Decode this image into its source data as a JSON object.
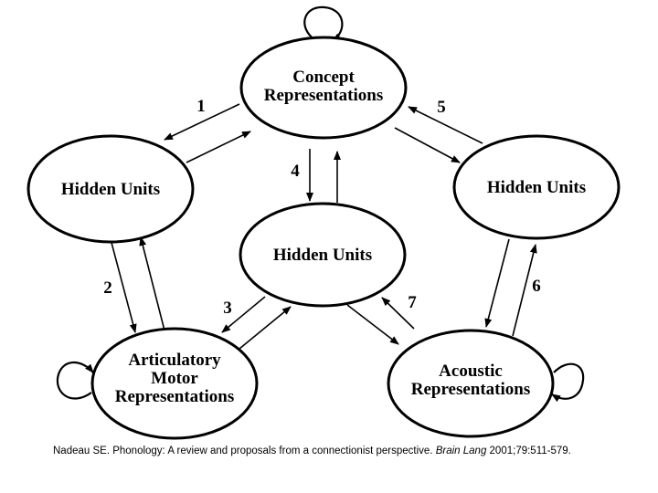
{
  "nodes": {
    "concept": {
      "lines": [
        "Concept",
        "Representations"
      ]
    },
    "hidden_left": {
      "lines": [
        "Hidden Units"
      ]
    },
    "hidden_center": {
      "lines": [
        "Hidden Units"
      ]
    },
    "hidden_right": {
      "lines": [
        "Hidden Units"
      ]
    },
    "articulatory": {
      "lines": [
        "Articulatory",
        "Motor",
        "Representations"
      ]
    },
    "acoustic": {
      "lines": [
        "Acoustic",
        "Representations"
      ]
    }
  },
  "connections": [
    {
      "label": "1",
      "between": [
        "Concept Representations",
        "Hidden Units (left)"
      ]
    },
    {
      "label": "2",
      "between": [
        "Hidden Units (left)",
        "Articulatory Motor Representations"
      ]
    },
    {
      "label": "3",
      "between": [
        "Hidden Units (center)",
        "Articulatory Motor Representations"
      ]
    },
    {
      "label": "4",
      "between": [
        "Concept Representations",
        "Hidden Units (center)"
      ]
    },
    {
      "label": "5",
      "between": [
        "Concept Representations",
        "Hidden Units (right)"
      ]
    },
    {
      "label": "6",
      "between": [
        "Hidden Units (right)",
        "Acoustic Representations"
      ]
    },
    {
      "label": "7",
      "between": [
        "Hidden Units (center)",
        "Acoustic Representations"
      ]
    }
  ],
  "citation": {
    "before": "Nadeau SE. Phonology: A review and proposals from a connectionist perspective. ",
    "journal": "Brain Lang",
    "after": " 2001;79:511-579."
  }
}
